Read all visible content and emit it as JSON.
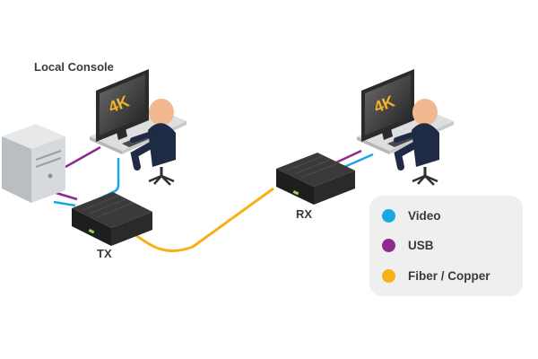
{
  "diagram": {
    "local_console_label": "Local Console",
    "tx_label": "TX",
    "rx_label": "RX",
    "monitor_text": "4K"
  },
  "legend": {
    "items": [
      {
        "label": "Video",
        "color": "#1aa7e0"
      },
      {
        "label": "USB",
        "color": "#8e2a8b"
      },
      {
        "label": "Fiber / Copper",
        "color": "#f7b015"
      }
    ]
  },
  "colors": {
    "video": "#1aa7e0",
    "usb": "#8e2a8b",
    "fiber": "#f7b015",
    "device": "#1e1e1e",
    "person": "#1f2a44",
    "skin": "#f2b88f"
  }
}
